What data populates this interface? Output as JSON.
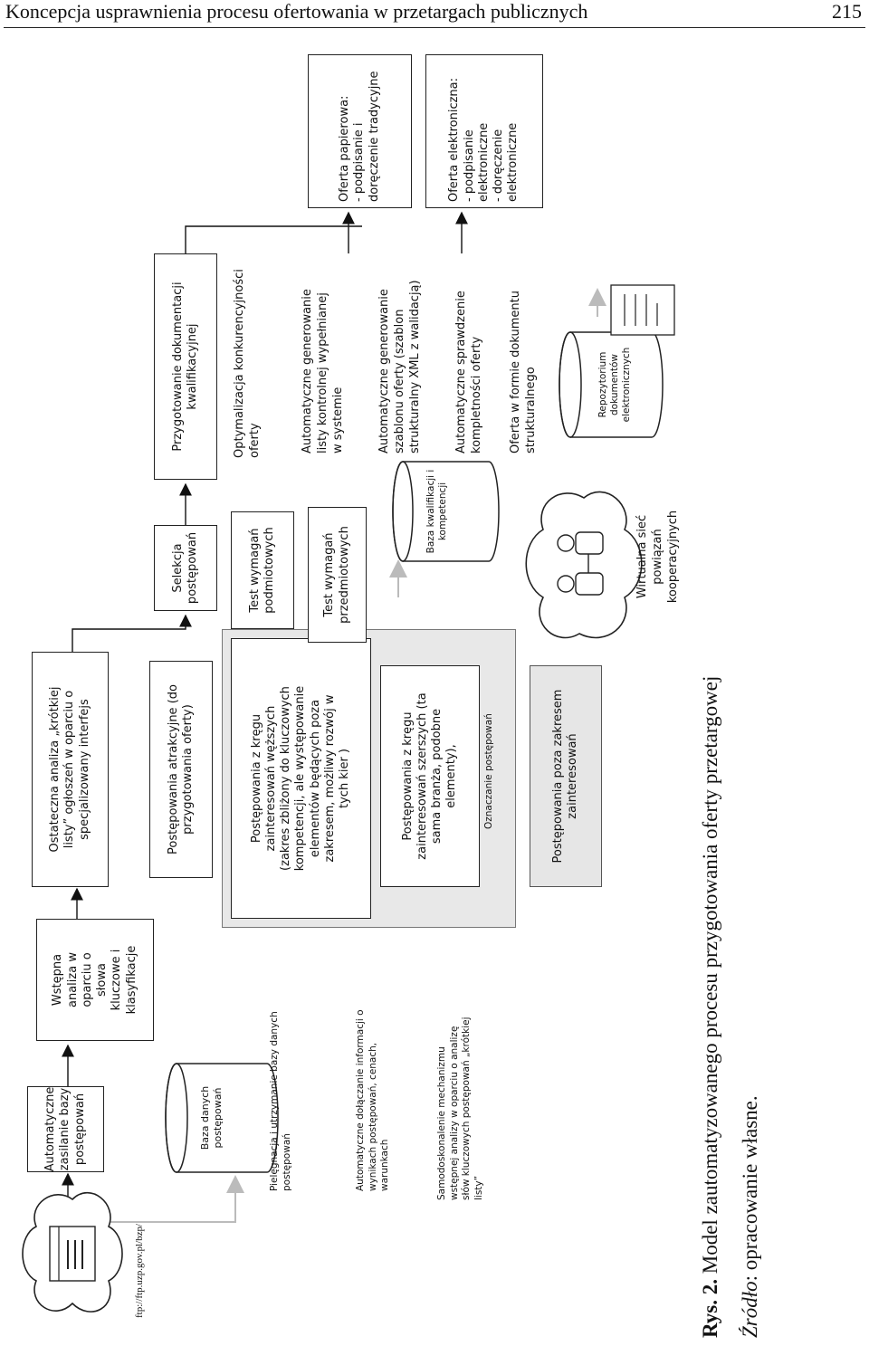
{
  "header": {
    "title": "Koncepcja usprawnienia procesu ofertowania w przetargach publicznych",
    "page_number": "215"
  },
  "diagram": {
    "url_label": "ftp://ftp.uzp.gov.pl/bzp/",
    "col1": {
      "auto_feed": "Automatyczne\nzasilanie bazy\npostępowań",
      "db_label": "Baza danych\npostępowań",
      "maintenance": "Pielęgnacja i utrzymanie bazy danych\npostępowań",
      "auto_append": "Automatyczne dołączanie informacji o\nwynikach postępowań, cenach,\nwarunkach",
      "self_improve": "Samodoskonalenie mechanizmu\nwstępnej analizy w oparciu o analizę\nsłów kluczowych postępowań „krótkiej\nlisty”"
    },
    "col2": {
      "initial_analysis": "Wstępna\nanaliza w\noparciu o\nsłowa\nkluczowe i\nklasyfikacje"
    },
    "col3": {
      "final_analysis": "Ostateczna analiza „krótkiej\nlisty” ogłoszeń w oparciu o\nspecjalizowany interfejs",
      "attractive": "Postępowania atrakcyjne (do\nprzygotowania oferty)",
      "narrow": "Postępowania z kręgu\nzainteresowań węższych\n(zakres zbliżony do kluczowych\nkompetencji, ale występowanie\nelementów będących poza\nzakresem, możliwy rozwój w\ntych kier )",
      "wide": "Postępowania z kręgu\nzainteresowań szerszych (ta\nsama branża, podobne\nelementy),",
      "marking": "Oznaczanie postępowań",
      "outside": "Postępowania poza zakresem\nzainteresowań"
    },
    "col4": {
      "selection": "Selekcja\npostępowań",
      "subject_test": "Test wymagań\npodmiotowych",
      "object_test": "Test wymagań\nprzedmiotowych",
      "qual_db": "Baza kwalifikacji i\nkompetencji",
      "network": "Wirtualna sieć\npowiązań\nkooperacyjnych"
    },
    "col5": {
      "prep_docs": "Przygotowanie dokumentacji\nkwalifikacyjnej",
      "optimization": "Optymalizacja konkurencyjności\noferty",
      "auto_list": "Automatyczne generowanie\nlisty kontrolnej wypełnianej\nw systemie",
      "auto_template": "Automatyczne generowanie\nszablonu oferty (szablon\nstrukturalny XML z walidacją)",
      "auto_check": "Automatyczne sprawdzenie\nkompletności oferty",
      "structured": "Oferta w formie dokumentu\nstrukturalnego",
      "repo": "Repozytorium\ndokumentów\nelektronicznych"
    },
    "col6": {
      "paper": "Oferta papierowa:\n- podpisanie i\ndoręczenie tradycyjne",
      "electronic": "Oferta elektroniczna:\n- podpisanie\nelektroniczne\n- doręczenie\nelektroniczne"
    }
  },
  "caption": {
    "label": "Rys. 2.",
    "text": " Model zautomatyzowanego procesu przygotowania oferty przetargowej"
  },
  "source": {
    "label": "Źródło",
    "text": ": opracowanie własne."
  }
}
